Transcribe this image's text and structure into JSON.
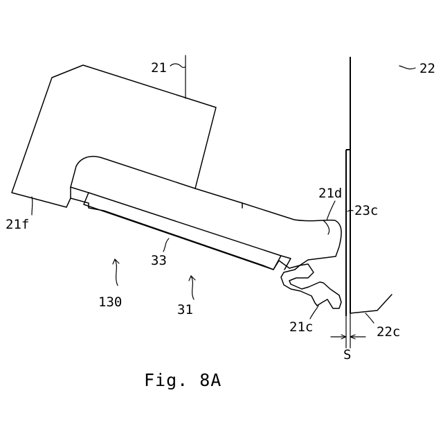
{
  "figure": {
    "caption": "Fig. 8A",
    "labels": {
      "l21": "21",
      "l22": "22",
      "l21d": "21d",
      "l23c": "23c",
      "l21f": "21f",
      "l33": "33",
      "l130": "130",
      "l31": "31",
      "l21c": "21c",
      "l22c": "22c",
      "lS": "S"
    }
  }
}
